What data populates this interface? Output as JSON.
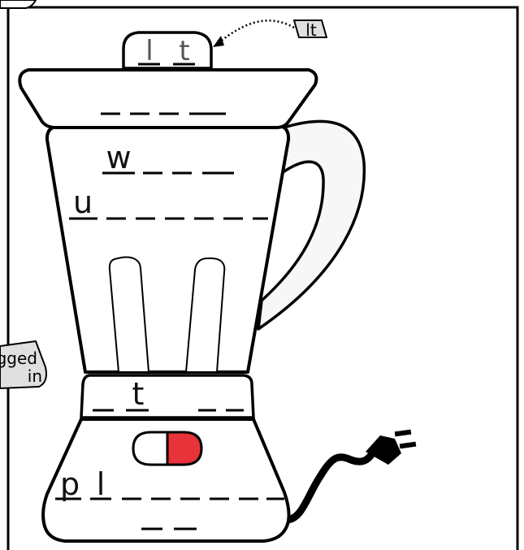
{
  "hints": {
    "lid_tag": "lt",
    "side_tag_line1": "gged",
    "side_tag_line2": "in"
  },
  "colors": {
    "background": "#ffffff",
    "outline": "#000000",
    "handle_fill": "#f7f7f7",
    "switch_on": "#e8333a"
  },
  "puzzle_rows": [
    {
      "row": "lid-knob",
      "letters": [
        "l",
        "t"
      ]
    },
    {
      "row": "lid-rim",
      "letters": [
        "",
        "",
        "",
        ""
      ]
    },
    {
      "row": "jar-row-1",
      "letters": [
        "w",
        "",
        "",
        ""
      ]
    },
    {
      "row": "jar-row-2",
      "letters": [
        "u",
        "",
        "",
        "",
        "",
        ""
      ]
    },
    {
      "row": "collar",
      "letters": [
        "",
        "t",
        "",
        ""
      ]
    },
    {
      "row": "base-row-1",
      "letters": [
        "p",
        "l",
        "",
        "",
        "",
        "",
        ""
      ]
    },
    {
      "row": "base-row-2",
      "letters": [
        "",
        ""
      ]
    }
  ],
  "labels": {
    "lid_l": "l",
    "lid_t": "t",
    "jar_w": "w",
    "jar_u": "u",
    "collar_t": "t",
    "base_p": "p",
    "base_l": "l"
  },
  "icons": {
    "blender": "blender-icon",
    "power_plug": "power-plug-icon",
    "power_switch": "power-switch-icon",
    "hint_arrow": "dotted-arrow-icon"
  }
}
